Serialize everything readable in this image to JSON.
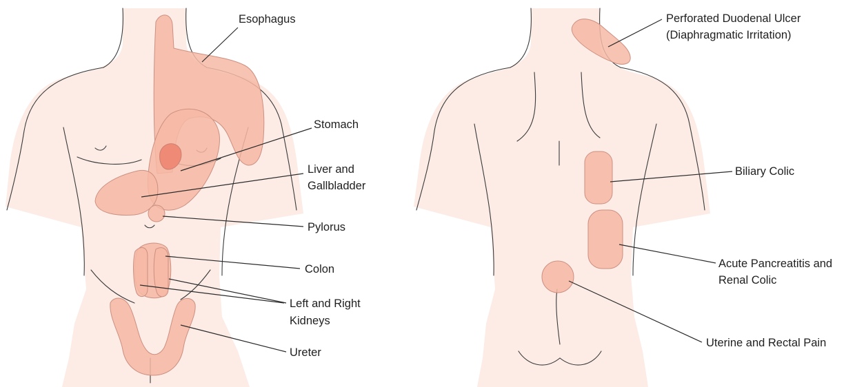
{
  "colors": {
    "skin": "#fdebe5",
    "pain_region": "#f6b9a5",
    "pain_region_dark": "#ee8a76",
    "outline": "#3a3a3a",
    "text": "#1f1f1f"
  },
  "front_labels": {
    "esophagus": "Esophagus",
    "stomach": "Stomach",
    "liver_gallbladder_line1": "Liver and",
    "liver_gallbladder_line2": "Gallbladder",
    "pylorus": "Pylorus",
    "colon": "Colon",
    "kidneys_line1": "Left and Right",
    "kidneys_line2": "Kidneys",
    "ureter": "Ureter"
  },
  "back_labels": {
    "duodenal_line1": "Perforated Duodenal Ulcer",
    "duodenal_line2": "(Diaphragmatic Irritation)",
    "biliary": "Biliary Colic",
    "pancreatitis_line1": "Acute Pancreatitis and",
    "pancreatitis_line2": "Renal Colic",
    "uterine_rectal": "Uterine and Rectal Pain"
  }
}
